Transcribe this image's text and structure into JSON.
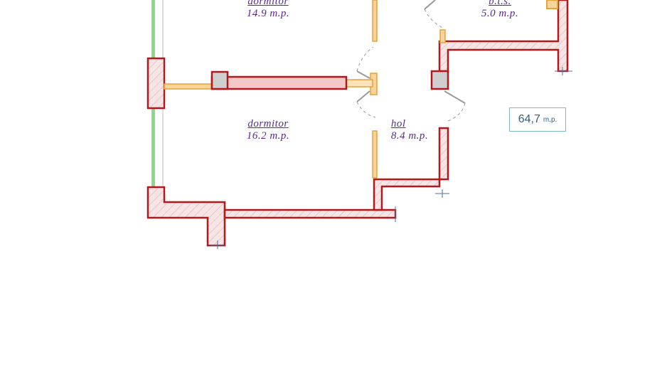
{
  "rooms": [
    {
      "name": "dormitor",
      "area": "14.9 m.p."
    },
    {
      "name": "b.t.s.",
      "area": "5.0 m.p."
    },
    {
      "name": "dormitor",
      "area": "16.2 m.p."
    },
    {
      "name": "hol",
      "area": "8.4 m.p."
    }
  ],
  "total_area": {
    "value": "64,7",
    "unit": "m.p."
  },
  "colors": {
    "wall": "#b3191c",
    "hatch": "#f6dede",
    "partition": "#e8a23c",
    "window": "#8fd88a",
    "label": "#5a2a86"
  }
}
